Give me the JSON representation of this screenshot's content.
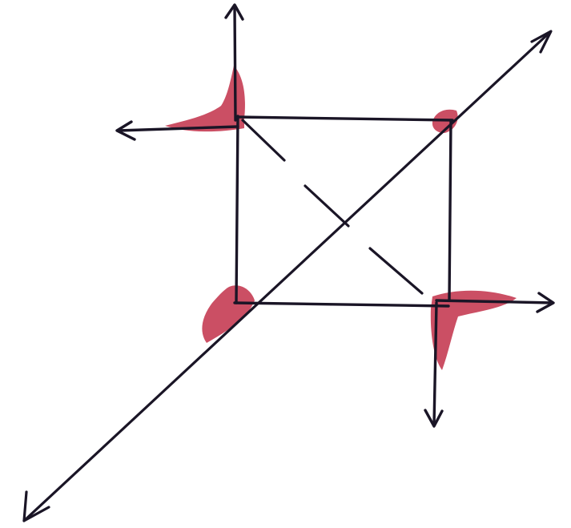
{
  "diagram": {
    "colors": {
      "ink": "#1a1526",
      "highlight": "#c8465c",
      "background": "#ffffff"
    },
    "shapes": {
      "square": "square-outline",
      "diagonal_axis": "long-diagonal-arrow",
      "cross_diagonal": "dashed-cross-diagonal",
      "corner_markers": [
        "top-left-corner",
        "top-right-corner",
        "bottom-left-corner",
        "bottom-right-corner"
      ],
      "arrow_heads": [
        "up-arrow",
        "left-arrow",
        "right-arrow",
        "down-arrow",
        "upper-right-arrow",
        "lower-left-arrow"
      ]
    }
  }
}
